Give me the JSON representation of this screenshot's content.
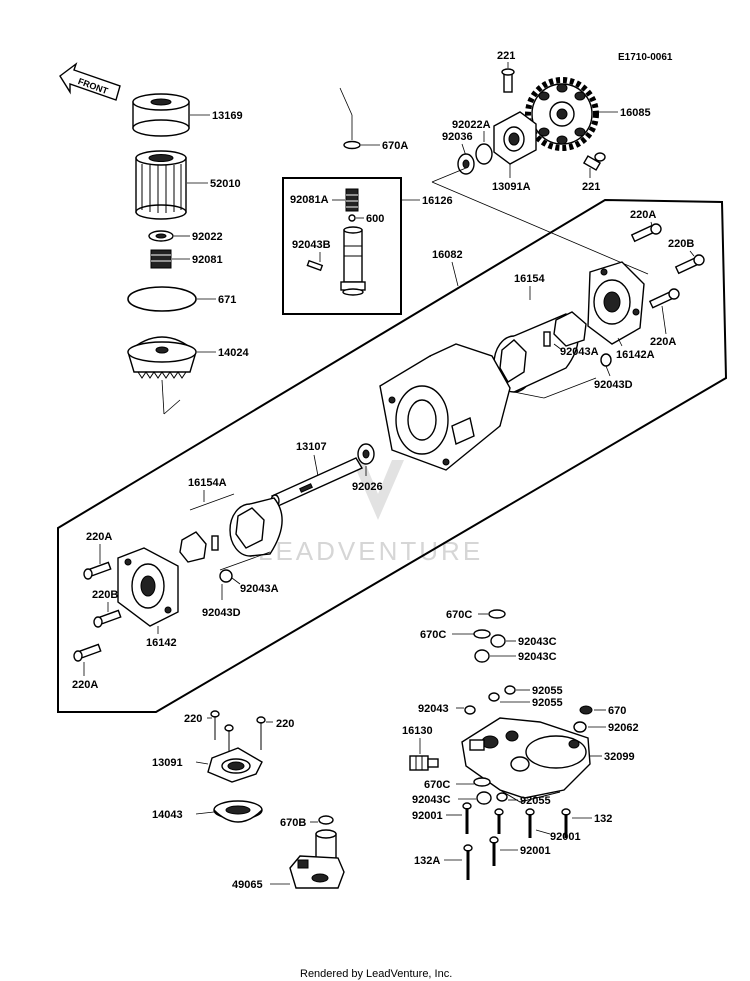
{
  "diagram_code": "E1710-0061",
  "front_label": "FRONT",
  "watermark": "LEADVENTURE",
  "footer": "Rendered by LeadVenture, Inc.",
  "parts": {
    "p13169": "13169",
    "p52010": "52010",
    "p92022": "92022",
    "p92081": "92081",
    "p671": "671",
    "p14024": "14024",
    "p670A": "670A",
    "p92081A": "92081A",
    "p16126": "16126",
    "p600": "600",
    "p92043B": "92043B",
    "p221_top": "221",
    "p16085": "16085",
    "p92022A": "92022A",
    "p92036": "92036",
    "p13091A": "13091A",
    "p221_bot": "221",
    "p220A_1": "220A",
    "p220B_1": "220B",
    "p220A_2": "220A",
    "p16082": "16082",
    "p16154": "16154",
    "p92043A_1": "92043A",
    "p16142A": "16142A",
    "p92043D_1": "92043D",
    "p13107": "13107",
    "p92026": "92026",
    "p16154A": "16154A",
    "p220A_3": "220A",
    "p220B_2": "220B",
    "p92043A_2": "92043A",
    "p92043D_2": "92043D",
    "p16142": "16142",
    "p220A_4": "220A",
    "p220_a": "220",
    "p220_b": "220",
    "p13091": "13091",
    "p14043": "14043",
    "p670B": "670B",
    "p49065": "49065",
    "p670C_1": "670C",
    "p670C_2": "670C",
    "p92043C_1": "92043C",
    "p92043C_2": "92043C",
    "p92055_1": "92055",
    "p92055_2": "92055",
    "p92043": "92043",
    "p670": "670",
    "p92062": "92062",
    "p16130": "16130",
    "p32099": "32099",
    "p670C_3": "670C",
    "p92043C_3": "92043C",
    "p92055_3": "92055",
    "p92001_1": "92001",
    "p132": "132",
    "p92001_2": "92001",
    "p132A": "132A",
    "p92001_3": "92001"
  }
}
